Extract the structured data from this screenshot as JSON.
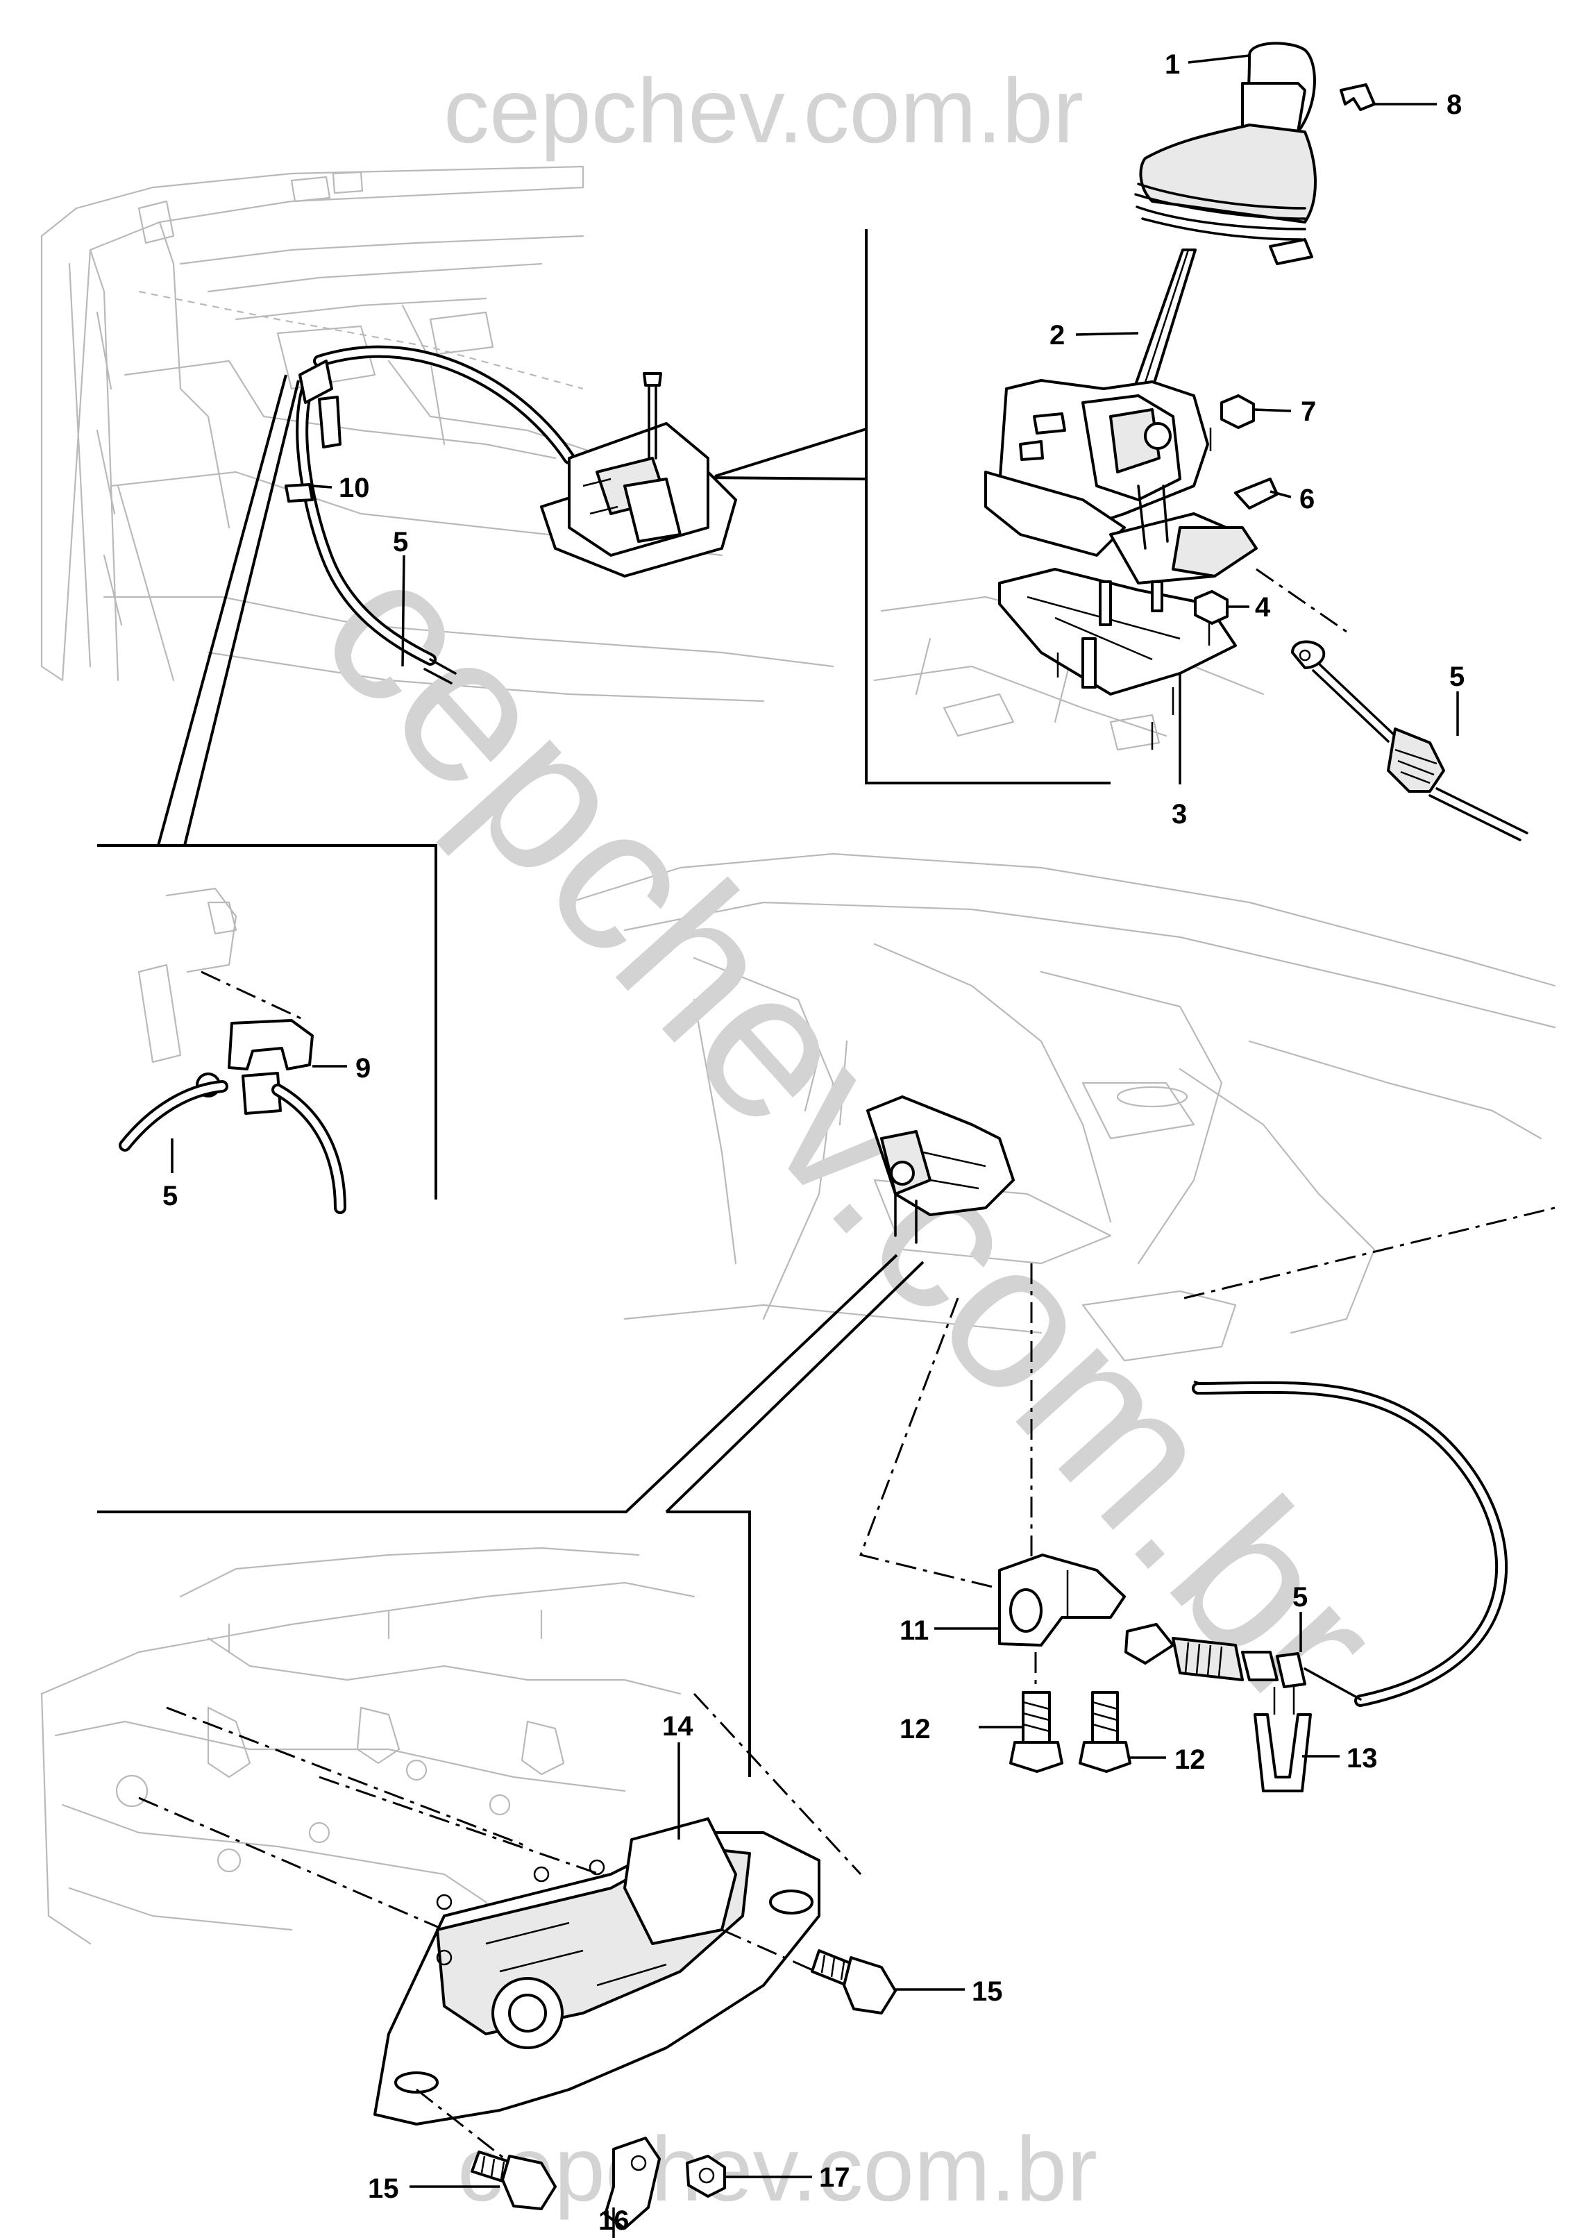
{
  "watermark": {
    "top": "cepchev.com.br",
    "diagonal": "cepchev.com.br",
    "bottom": "cepchev.com.br",
    "color": "#d3d3d3"
  },
  "callouts": {
    "c1": "1",
    "c2": "2",
    "c3": "3",
    "c4": "4",
    "c5a": "5",
    "c5b": "5",
    "c5c": "5",
    "c5d": "5",
    "c6": "6",
    "c7": "7",
    "c8": "8",
    "c9": "9",
    "c10": "10",
    "c11": "11",
    "c12a": "12",
    "c12b": "12",
    "c13": "13",
    "c14": "14",
    "c15a": "15",
    "c15b": "15",
    "c16": "16",
    "c17": "17"
  },
  "icons": [
    "shift-knob-icon",
    "shift-lever-icon",
    "shifter-base-icon",
    "control-cable-icon",
    "cable-clip-icon",
    "bracket-icon",
    "bolt-icon",
    "nut-icon",
    "retainer-clip-icon",
    "neutral-switch-icon"
  ]
}
